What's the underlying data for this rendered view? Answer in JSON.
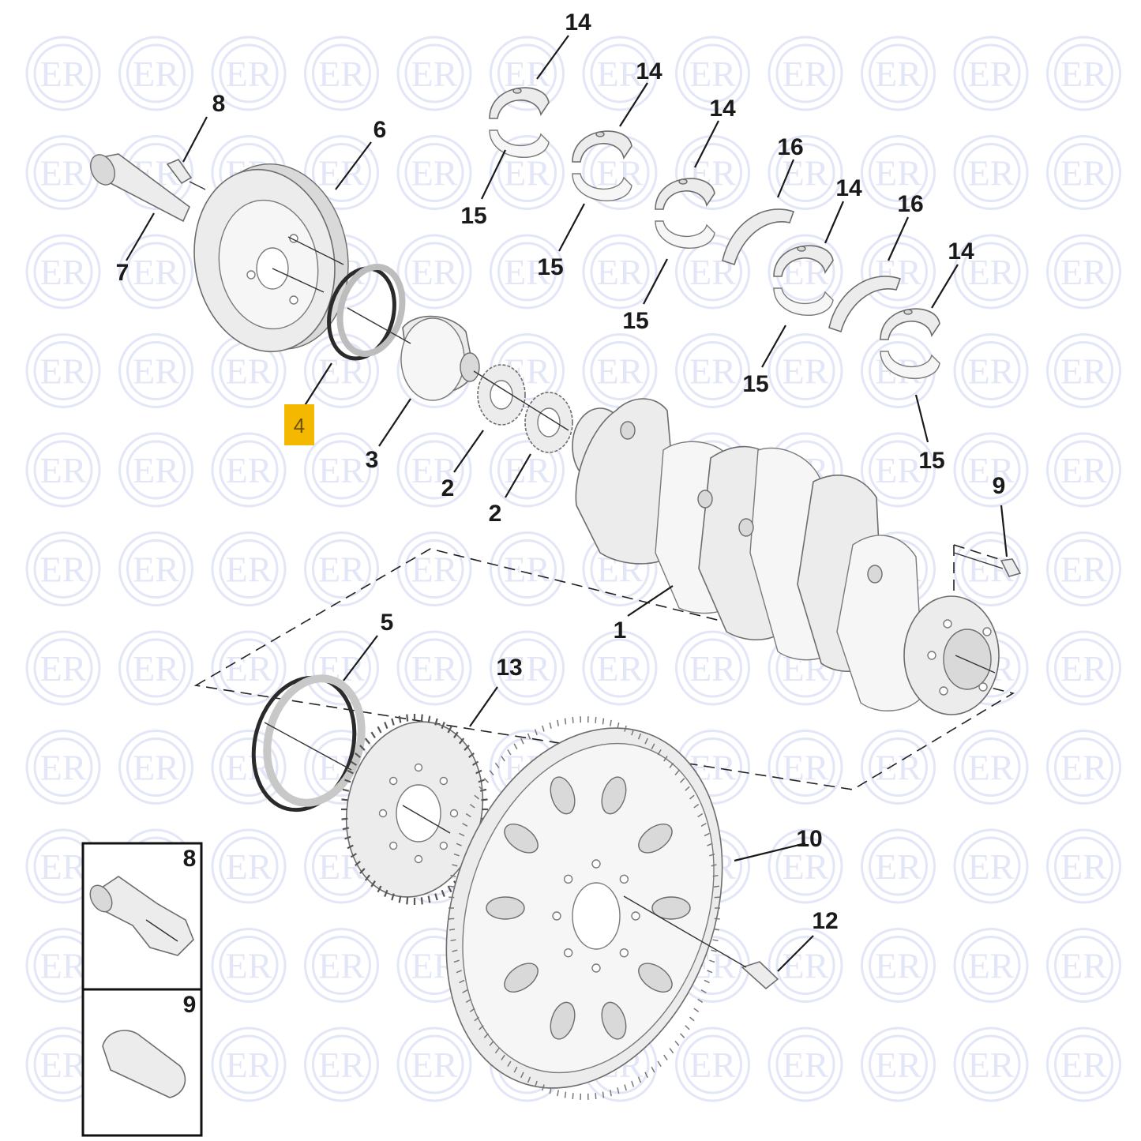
{
  "watermark": {
    "text": "ER",
    "color": "#7f8fd8"
  },
  "highlight_color": "#f5b800",
  "callouts": {
    "c1": "1",
    "c2a": "2",
    "c2b": "2",
    "c3": "3",
    "c4": "4",
    "c5": "5",
    "c6": "6",
    "c7": "7",
    "c8": "8",
    "c9": "9",
    "c10": "10",
    "c12": "12",
    "c13": "13",
    "c14a": "14",
    "c14b": "14",
    "c14c": "14",
    "c14d": "14",
    "c14e": "14",
    "c15a": "15",
    "c15b": "15",
    "c15c": "15",
    "c15d": "15",
    "c15e": "15",
    "c16a": "16",
    "c16b": "16"
  },
  "insets": {
    "top_label": "8",
    "bottom_label": "9"
  }
}
